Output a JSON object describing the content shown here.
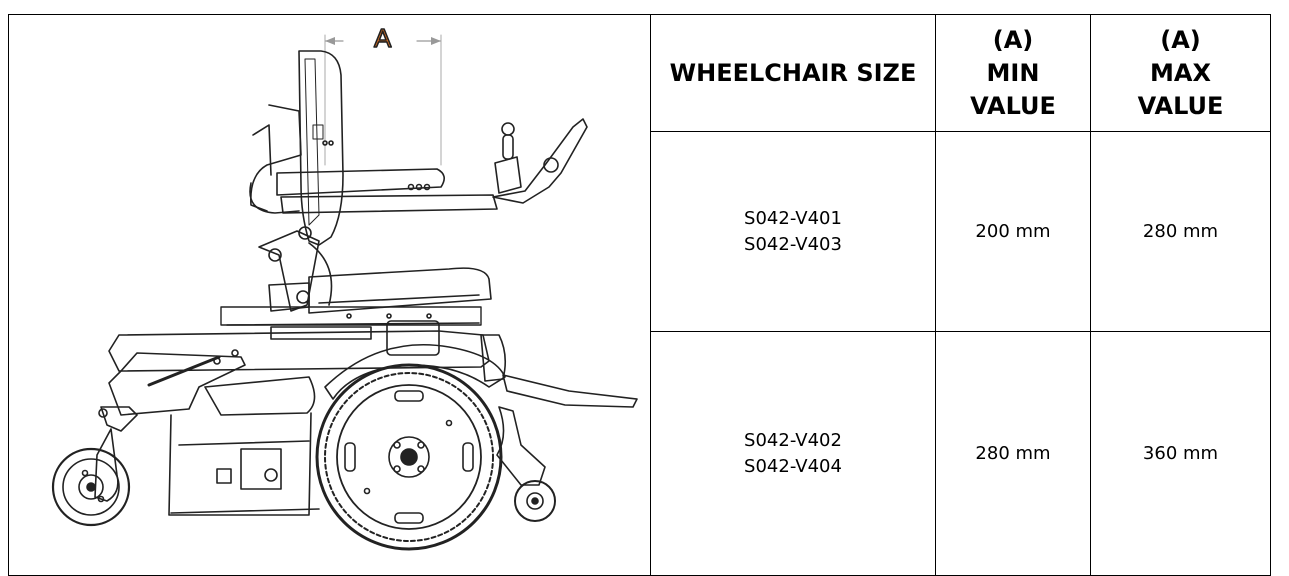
{
  "figure": {
    "dimension_letter": "A",
    "dimension_color": "#e0701e"
  },
  "table": {
    "headers": {
      "size": "WHEELCHAIR SIZE",
      "min": [
        "(A)",
        "MIN",
        "VALUE"
      ],
      "max": [
        "(A)",
        "MAX",
        "VALUE"
      ]
    },
    "rows": [
      {
        "sizes": [
          "S042-V401",
          "S042-V403"
        ],
        "min": "200 mm",
        "max": "280 mm"
      },
      {
        "sizes": [
          "S042-V402",
          "S042-V404"
        ],
        "min": "280 mm",
        "max": "360 mm"
      }
    ]
  }
}
